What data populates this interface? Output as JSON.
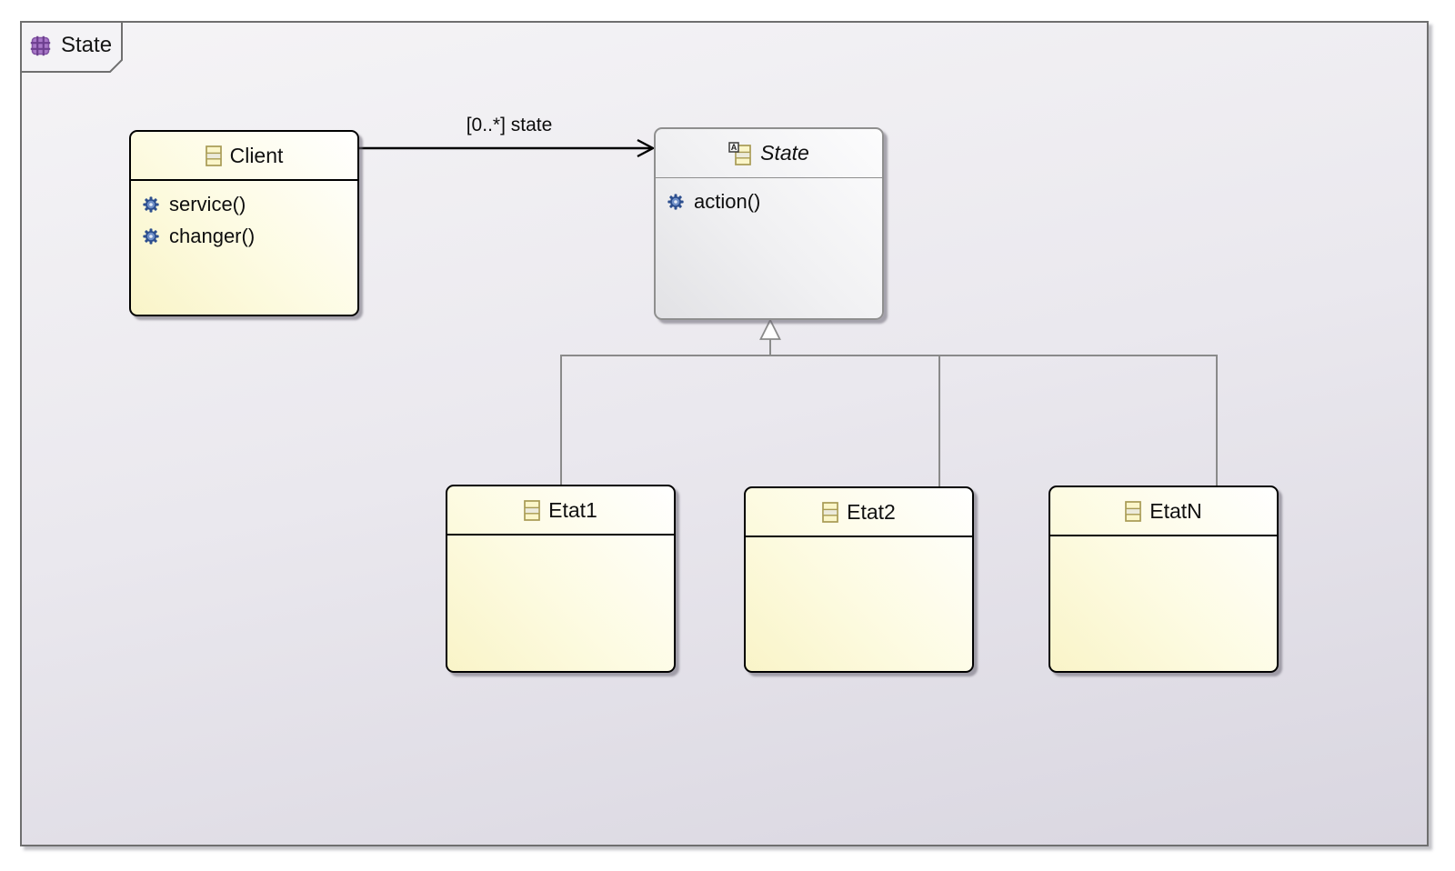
{
  "diagram": {
    "tab_label": "State",
    "association_label": "[0..*] state",
    "type": "uml-class-diagram"
  },
  "classes": [
    {
      "name": "Client",
      "abstract": false,
      "operations": [
        "service()",
        "changer()"
      ]
    },
    {
      "name": "State",
      "abstract": true,
      "operations": [
        "action()"
      ]
    },
    {
      "name": "Etat1",
      "abstract": false,
      "operations": []
    },
    {
      "name": "Etat2",
      "abstract": false,
      "operations": []
    },
    {
      "name": "EtatN",
      "abstract": false,
      "operations": []
    }
  ],
  "relationships": [
    {
      "type": "association",
      "from": "Client",
      "to": "State",
      "label": "[0..*] state"
    },
    {
      "type": "generalization",
      "from": "Etat1",
      "to": "State"
    },
    {
      "type": "generalization",
      "from": "Etat2",
      "to": "State"
    },
    {
      "type": "generalization",
      "from": "EtatN",
      "to": "State"
    }
  ],
  "icons": {
    "diagram_icon": "purple-grid-diagram-icon",
    "class_icon": "yellow-class-icon",
    "abstract_class_icon": "yellow-class-icon-with-A-badge",
    "abstract_badge": "A",
    "operation_icon": "blue-gear-icon"
  },
  "colors": {
    "canvas_top": "#f5f4f6",
    "canvas_bottom": "#d9d6e0",
    "frame_border": "#6f6f6f",
    "class_fill": "#f9f4c8",
    "class_border": "#000000",
    "abstract_fill": "#e9e9ec",
    "abstract_border": "#8f8f8f",
    "connector_gray": "#8a8a8a",
    "association_black": "#000000",
    "tab_icon_purple": "#a878c8"
  }
}
